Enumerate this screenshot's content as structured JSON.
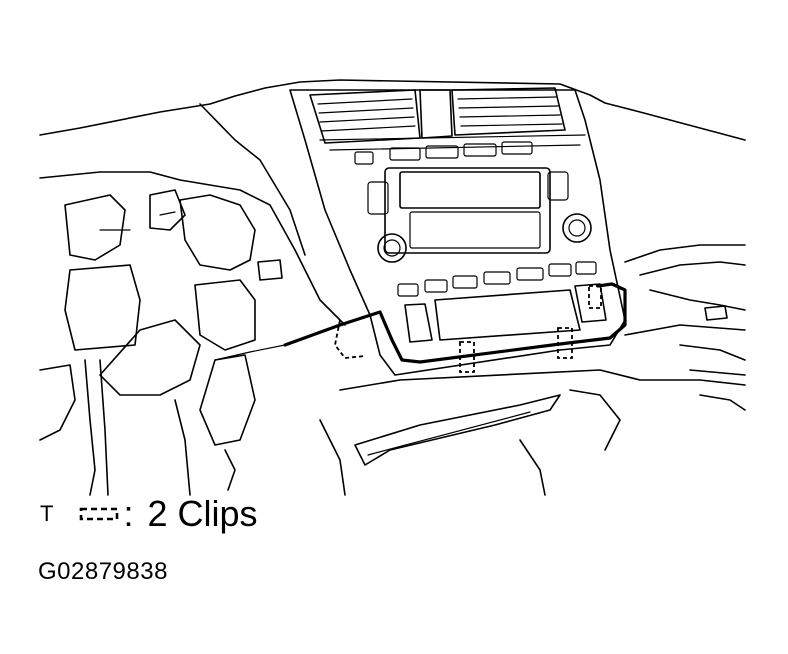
{
  "legend": {
    "marker": "T",
    "separator": ":",
    "text": "2 Clips",
    "clip_icon": "dashed-clip-icon"
  },
  "figure_id": "G02879838"
}
